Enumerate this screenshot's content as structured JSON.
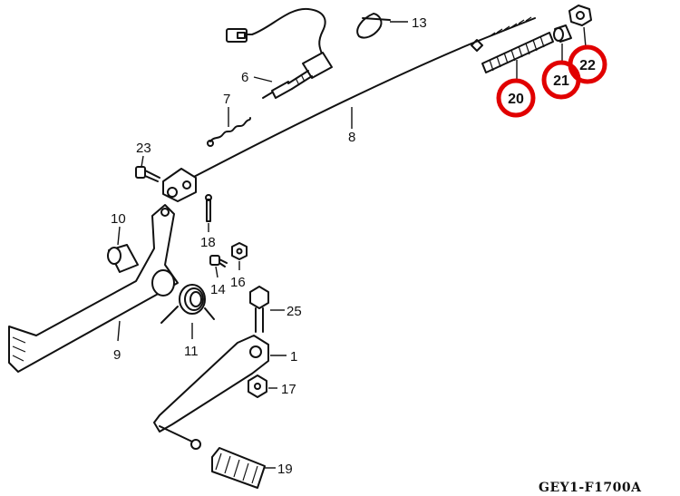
{
  "diagram_code": "GEY1-F1700A",
  "callouts": {
    "p1": "1",
    "p6": "6",
    "p7": "7",
    "p8": "8",
    "p9": "9",
    "p10": "10",
    "p11": "11",
    "p13": "13",
    "p14": "14",
    "p16": "16",
    "p17": "17",
    "p18": "18",
    "p19": "19",
    "p20": "20",
    "p21": "21",
    "p22": "22",
    "p23": "23",
    "p25": "25"
  },
  "highlight_color": "#e10000",
  "highlighted_parts": [
    "20",
    "21",
    "22"
  ]
}
